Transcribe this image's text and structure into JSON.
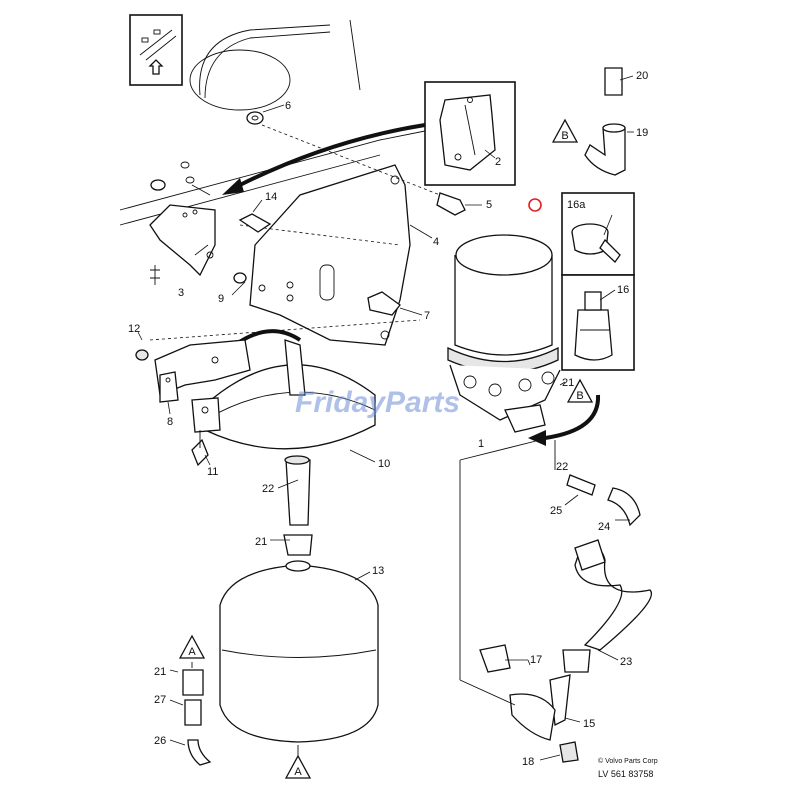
{
  "labels": {
    "p1": "1",
    "p2": "2",
    "p3": "3",
    "p4": "4",
    "p5": "5",
    "p6": "6",
    "p7": "7",
    "p8": "8",
    "p9": "9",
    "p10": "10",
    "p11": "11",
    "p12": "12",
    "p13": "13",
    "p14": "14",
    "p15": "15",
    "p16": "16",
    "p16a": "16a",
    "p17": "17",
    "p18": "18",
    "p19": "19",
    "p20": "20",
    "p21a": "21",
    "p21b": "21",
    "p21c": "21",
    "p22a": "22",
    "p22b": "22",
    "p23": "23",
    "p24": "24",
    "p25": "25",
    "p26": "26",
    "p27": "27"
  },
  "markers": {
    "b1": "B",
    "b2": "B",
    "a1": "A",
    "a2": "A"
  },
  "watermark": "FridayParts",
  "footer": {
    "copyright": "© Volvo Parts Corp",
    "reference": "LV 561 83758"
  },
  "colors": {
    "highlight_circle": "#e02020",
    "watermark": "#6e8ed6"
  }
}
